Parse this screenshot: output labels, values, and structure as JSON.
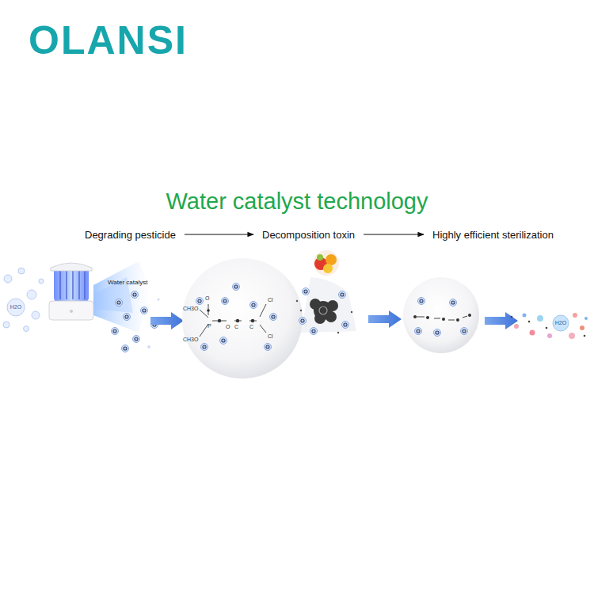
{
  "diagram": {
    "title": "Water catalyst technology",
    "nodes": [
      {
        "text": [
          "Degrading pesticide"
        ]
      },
      {
        "text": [
          "Decomposition toxin"
        ]
      },
      {
        "text": [
          "Highly efficient sterilization"
        ]
      }
    ],
    "edges": [
      {
        "from": 0,
        "to": 1,
        "arrow": "to"
      },
      {
        "from": 1,
        "to": 2,
        "arrow": "to"
      }
    ],
    "labels": [
      "OLANSI",
      "Water catalyst",
      "H2O",
      "CH3O",
      "CH3O",
      "O",
      "P",
      "O",
      "C",
      "C",
      "Cl",
      "Cl",
      "H2O"
    ]
  }
}
